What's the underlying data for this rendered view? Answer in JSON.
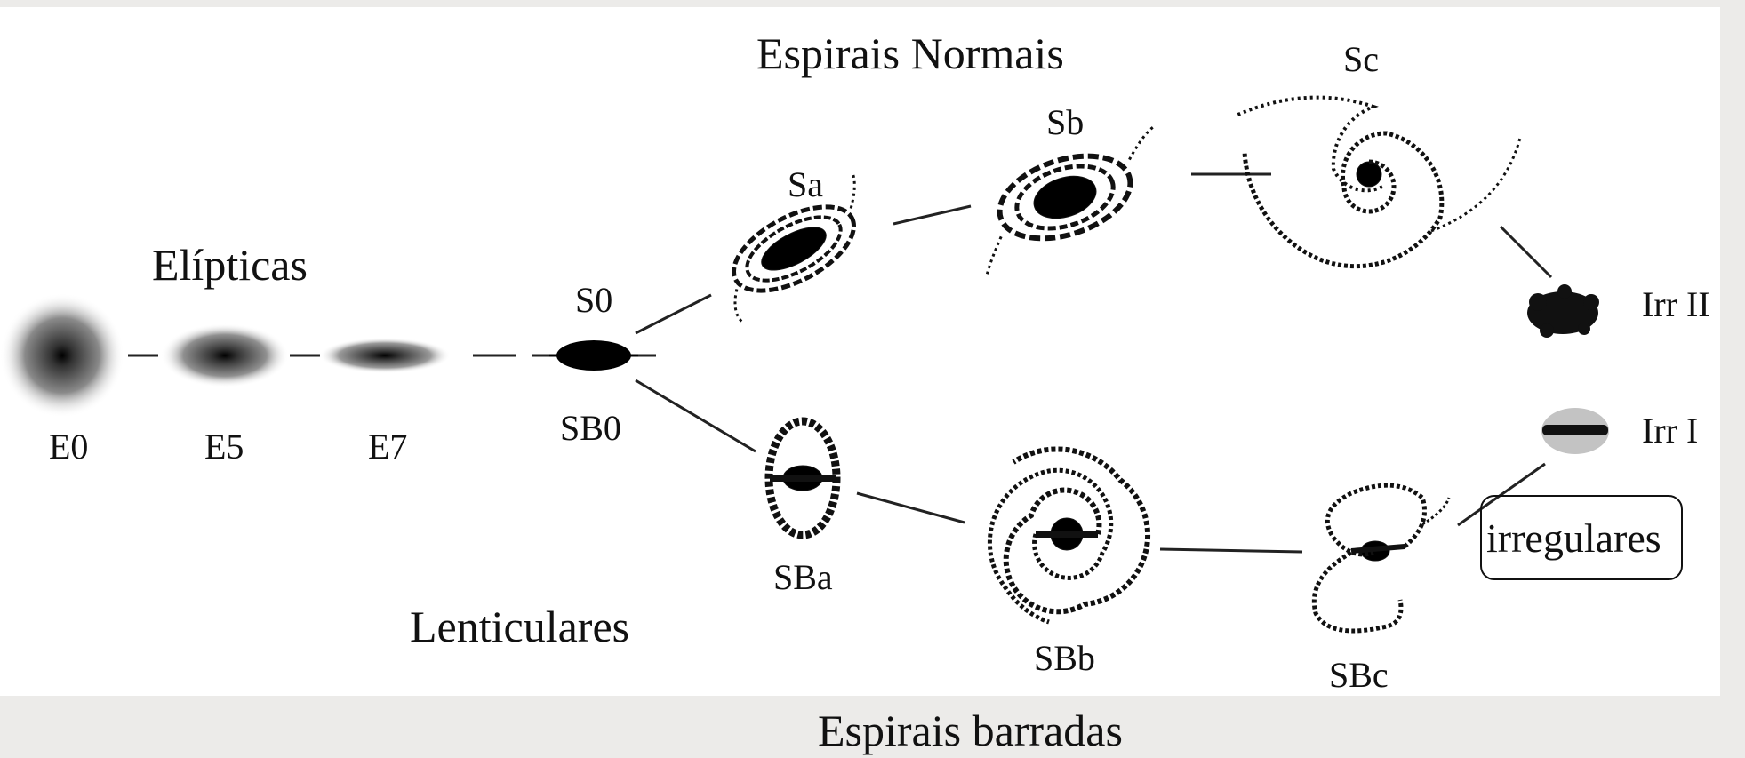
{
  "labels": {
    "elipticas": "Elípticas",
    "espirais_normais": "Espirais Normais",
    "lenticulares": "Lenticulares",
    "espirais_barradas": "Espirais barradas",
    "irregulares": "irregulares"
  },
  "types": {
    "e0": "E0",
    "e5": "E5",
    "e7": "E7",
    "s0": "S0",
    "sb0": "SB0",
    "sa": "Sa",
    "sb": "Sb",
    "sc": "Sc",
    "sba": "SBa",
    "sbb": "SBb",
    "sbc": "SBc",
    "irr2": "Irr II",
    "irr1": "Irr I"
  }
}
